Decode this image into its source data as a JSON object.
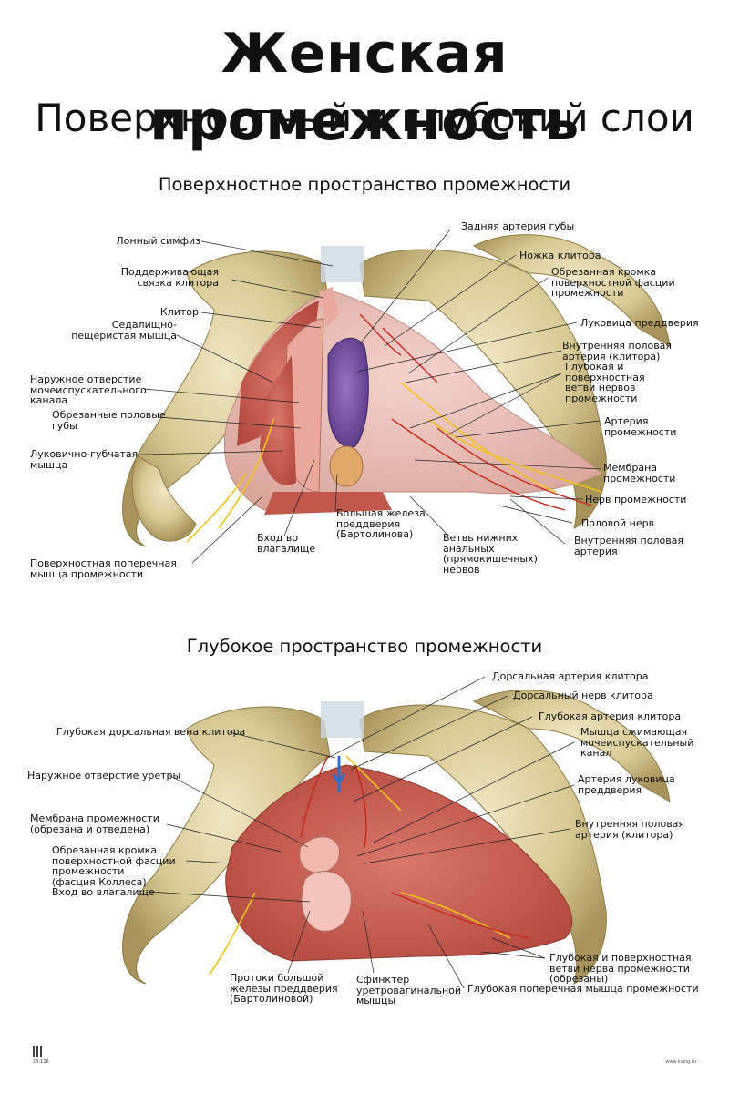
{
  "title": "Женская промежность",
  "subtitle": "Поверхностный и глубокий слои",
  "sections": [
    {
      "title": "Поверхностное пространство промежности",
      "labels": [
        "Задняя артерия губы",
        "Лонный симфиз",
        "Ножка клитора",
        "Поддерживающая\nсвязка клитора",
        "Обрезанная кромка\nповерхностной фасции\nпромежности",
        "Клитор",
        "Седалищно-\nпещеристая мышца",
        "Луковица преддверия",
        "Внутренняя половая\nартерия (клитора)",
        "Глубокая и\nповерхностная\nветви нервов\nпромежности",
        "Наружное отверстие\nмочеиспускательного\nканала",
        "Обрезанные половые\nгубы",
        "Артерия\nпромежности",
        "Луковично-губчатая\nмышца",
        "Мембрана\nпромежности",
        "Нерв промежности",
        "Половой нерв",
        "Внутренняя половая\nартерия",
        "Вход во\nвлагалище",
        "Большая железа\nпреддверия\n(Бартолинова)",
        "Ветвь нижних\nанальных\n(прямокишечных)\nнервов",
        "Поверхностная поперечная\nмышца промежности"
      ]
    },
    {
      "title": "Глубокое пространство промежности",
      "labels": [
        "Дорсальная артерия клитора",
        "Дорсальный нерв клитора",
        "Глубокая артерия клитора",
        "Глубокая дорсальная вена клитора",
        "Мышца сжимающая\nмочеиспускательный\nканал",
        "Наружное отверстие уретры",
        "Артерия луковица\nпреддверия",
        "Мембрана промежности\n(обрезана и отведена)",
        "Внутренняя половая\nартерия (клитора)",
        "Обрезанная кромка\nповерхностной фасции\nпромежности\n(фасция Коллеса)",
        "Вход во влагалище",
        "Глубокая и поверхностная\nветви нерва промежности\n(обрезаны)",
        "Протоки большой\nжелезы преддверия\n(Бартолиновой)",
        "Сфинктер\nуретровагинальной\nмышцы",
        "Глубокая поперечная мышца промежности"
      ]
    }
  ],
  "footer": {
    "code": "13-116",
    "site": "www.kving.ru"
  }
}
